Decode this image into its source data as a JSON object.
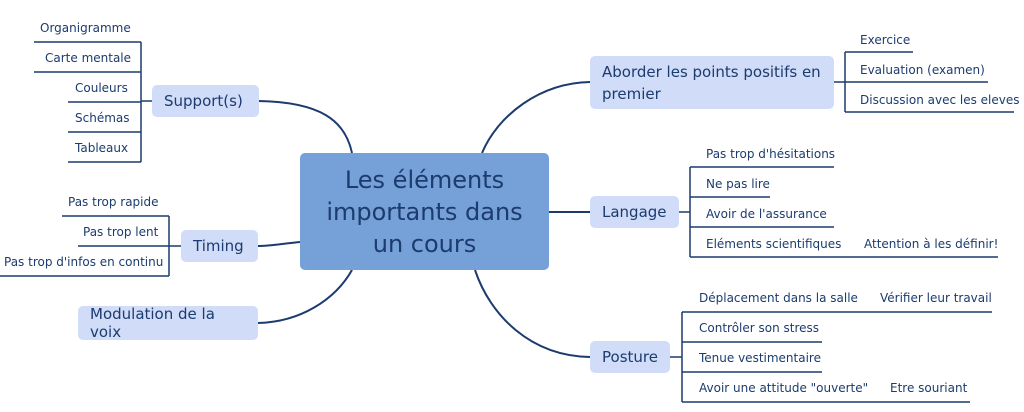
{
  "colors": {
    "line": "#1c3b6e",
    "node": "#d0dcf8",
    "central": "#76a0d8",
    "text": "#1c3b6e"
  },
  "central": {
    "title": "Les éléments\nimportants dans\nun cours"
  },
  "support": {
    "label": "Support(s)",
    "items": [
      "Organigramme",
      "Carte mentale",
      "Couleurs",
      "Schémas",
      "Tableaux"
    ]
  },
  "timing": {
    "label": "Timing",
    "items": [
      "Pas trop rapide",
      "Pas trop lent",
      "Pas trop d'infos en continu"
    ]
  },
  "voice": {
    "label": "Modulation de la voix"
  },
  "aborder": {
    "label": "Aborder les points positifs en premier",
    "items": [
      "Exercice",
      "Evaluation (examen)",
      "Discussion avec les eleves"
    ]
  },
  "langage": {
    "label": "Langage",
    "items": [
      "Pas trop d'hésitations",
      "Ne pas lire",
      "Avoir de l'assurance",
      "Eléments scientifiques"
    ],
    "sub": "Attention à les définir!"
  },
  "posture": {
    "label": "Posture",
    "items": [
      "Déplacement dans la salle",
      "Contrôler son stress",
      "Tenue vestimentaire",
      "Avoir une attitude \"ouverte\""
    ],
    "sub1": "Vérifier leur travail",
    "sub2": "Etre souriant"
  }
}
